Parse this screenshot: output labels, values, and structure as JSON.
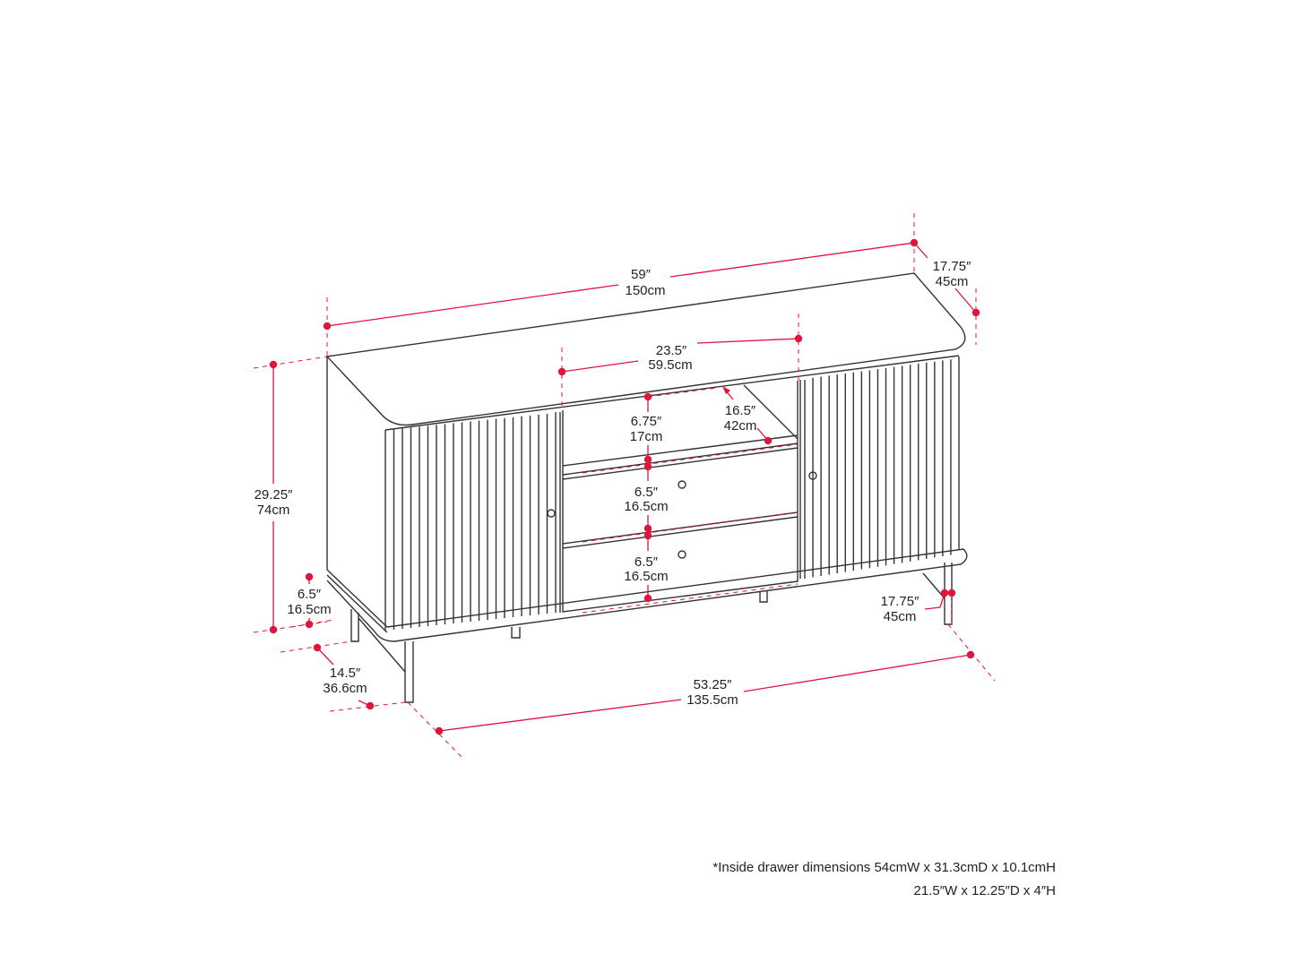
{
  "colors": {
    "dimension": "#e0143c",
    "line": "#333333"
  },
  "dimensions": {
    "overall_width": {
      "in": "59″",
      "cm": "150cm"
    },
    "overall_depth": {
      "in": "17.75″",
      "cm": "45cm"
    },
    "shelf_width": {
      "in": "23.5″",
      "cm": "59.5cm"
    },
    "shelf_depth": {
      "in": "16.5″",
      "cm": "42cm"
    },
    "shelf_height": {
      "in": "6.75″",
      "cm": "17cm"
    },
    "drawer1_height": {
      "in": "6.5″",
      "cm": "16.5cm"
    },
    "drawer2_height": {
      "in": "6.5″",
      "cm": "16.5cm"
    },
    "overall_height": {
      "in": "29.25″",
      "cm": "74cm"
    },
    "leg_height": {
      "in": "6.5″",
      "cm": "16.5cm"
    },
    "leg_depth": {
      "in": "14.5″",
      "cm": "36.6cm"
    },
    "leg_width": {
      "in": "53.25″",
      "cm": "135.5cm"
    },
    "base_depth": {
      "in": "17.75″",
      "cm": "45cm"
    }
  },
  "note": {
    "line1": "*Inside drawer dimensions 54cmW x 31.3cmD x 10.1cmH",
    "line2": "21.5″W x 12.25″D x 4″H"
  }
}
